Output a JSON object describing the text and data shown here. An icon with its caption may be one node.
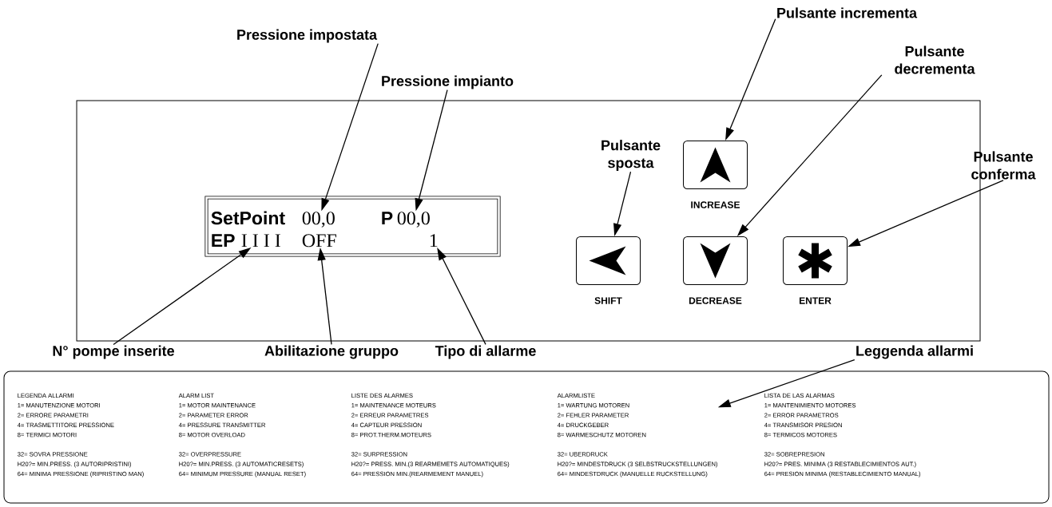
{
  "diagram": {
    "nodes": [
      {
        "text": [],
        "shape": "box"
      },
      {
        "text": [],
        "shape": "box",
        "in": 0
      },
      {
        "text": [
          "SetPoint"
        ],
        "in": 1
      },
      {
        "text": [
          "00,0"
        ],
        "in": 1
      },
      {
        "text": [
          "P"
        ],
        "in": 1
      },
      {
        "text": [
          "00,0"
        ],
        "in": 1
      },
      {
        "text": [
          "EP"
        ],
        "in": 1
      },
      {
        "text": [
          "I I I I"
        ],
        "in": 1
      },
      {
        "text": [
          "OFF"
        ],
        "in": 1
      },
      {
        "text": [
          "1"
        ],
        "in": 1
      },
      {
        "text": [
          "INCREASE"
        ],
        "in": 0
      },
      {
        "text": [
          "SHIFT"
        ],
        "in": 0
      },
      {
        "text": [
          "DECREASE"
        ],
        "in": 0
      },
      {
        "text": [
          "ENTER"
        ],
        "in": 0
      },
      {
        "text": [
          "Pressione impostata"
        ]
      },
      {
        "text": [
          "Pressione impianto"
        ]
      },
      {
        "text": [
          "Pulsante incrementa"
        ]
      },
      {
        "text": [
          "Pulsante decrementa"
        ]
      },
      {
        "text": [
          "Pulsante sposta"
        ],
        "in": 0
      },
      {
        "text": [
          "Pulsante conferma"
        ]
      },
      {
        "text": [
          "N° pompe inserite"
        ]
      },
      {
        "text": [
          "Abilitazione gruppo"
        ]
      },
      {
        "text": [
          "Tipo di allarme"
        ]
      },
      {
        "text": [
          "Leggenda allarmi"
        ]
      },
      {
        "text": [],
        "shape": "box"
      },
      {
        "text": [
          "LEGENDA ALLARMI",
          "1= MANUTENZIONE MOTORI",
          "2= ERRORE PARAMETRI",
          "4= TRASMETTITORE PRESSIONE",
          "8= TERMICI MOTORI",
          "32= SOVRA PRESSIONE",
          "H20?= MIN.PRESS. (3 AUTORIPRISTINI)",
          "64= MINIMA PRESSIONE (RIPRISTINO MAN)"
        ],
        "in": 24
      },
      {
        "text": [
          "ALARM LIST",
          "1= MOTOR MAINTENANCE",
          "2= PARAMETER ERROR",
          "4= PRESSURE TRANSMITTER",
          "8= MOTOR OVERLOAD",
          "32= OVERPRESSURE",
          "H20?= MIN.PRESS. (3 AUTOMATICRESETS)",
          "64= MINIMUM PRESSURE (MANUAL RESET)"
        ],
        "in": 24
      },
      {
        "text": [
          "LISTE DES ALARMES",
          "1= MAINTENANCE MOTEURS",
          "2= ERREUR PARAMETRES",
          "4= CAPTEUR PRESSION",
          "8= PROT.THERM.MOTEURS",
          "32= SURPRESSION",
          "H20?= PRESS. MIN.(3 REARMEMETS AUTOMATIQUES)",
          "64= PRESSION MIN.(REARMEMENT MANUEL)"
        ],
        "in": 24
      },
      {
        "text": [
          "ALARMLISTE",
          "1= WARTUNG MOTOREN",
          "2= FEHLER PARAMETER",
          "4= DRUCKGEBER",
          "8= WARMESCHUTZ MOTOREN",
          "32= UBERDRUCK",
          "H20?= MINDESTDRUCK (3 SELBSTRUCKSTELLUNGEN)",
          "64= MINDESTDRUCK (MANUELLE RUCKSTELLUNG)"
        ],
        "in": 24
      },
      {
        "text": [
          "LISTA DE LAS ALARMAS",
          "1= MANTENIMIENTO MOTORES",
          "2= ERROR PARAMETROS",
          "4= TRANSMISOR PRESION",
          "8= TERMICOS MOTORES",
          "32= SOBREPRESION",
          "H20?= PRES. MINIMA (3 RESTABLECIMIENTOS AUT.)",
          "64= PRESION MINIMA (RESTABLECIMIENTO MANUAL)"
        ],
        "in": 24
      }
    ],
    "edges": [
      {
        "from": 14,
        "to": 3,
        "arrow": "to"
      },
      {
        "from": 15,
        "to": 5,
        "arrow": "to"
      },
      {
        "from": 16,
        "to": 10,
        "arrow": "to"
      },
      {
        "from": 17,
        "to": 12,
        "arrow": "to"
      },
      {
        "from": 18,
        "to": 11,
        "arrow": "to"
      },
      {
        "from": 19,
        "to": 13,
        "arrow": "to"
      },
      {
        "from": 20,
        "to": 7,
        "arrow": "to"
      },
      {
        "from": 21,
        "to": 8,
        "arrow": "to"
      },
      {
        "from": 22,
        "to": 9,
        "arrow": "to"
      },
      {
        "from": 23,
        "to": 28,
        "arrow": "to"
      }
    ]
  }
}
